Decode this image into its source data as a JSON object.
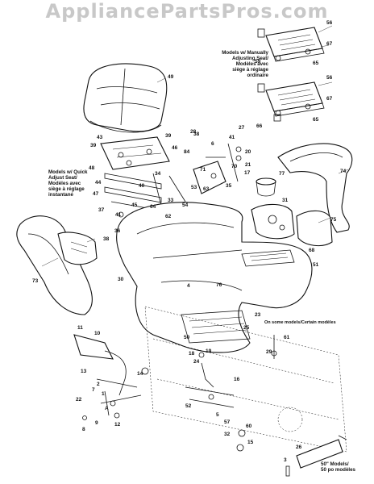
{
  "watermark": "AppliancePartsPros.com",
  "notes": {
    "manual_seat": "Models w/ Manually\nAdjusting Seat/\nModèles avec\nsiège à réglage\nordinaire",
    "quick_seat": "Models w/ Quick\nAdjust Seat/\nModèles avec\nsiège à réglage\ninstantané",
    "some_models": "On some models/Certain modèles",
    "fifty_models": "50\" Models/\n50 po modèles"
  },
  "callouts": [
    {
      "id": "c56a",
      "text": "56"
    },
    {
      "id": "c67a",
      "text": "67"
    },
    {
      "id": "c59",
      "text": "59"
    },
    {
      "id": "c65a",
      "text": "65"
    },
    {
      "id": "c56b",
      "text": "56"
    },
    {
      "id": "c67b",
      "text": "67"
    },
    {
      "id": "c66",
      "text": "66"
    },
    {
      "id": "c65b",
      "text": "65"
    },
    {
      "id": "c49",
      "text": "49"
    },
    {
      "id": "c43",
      "text": "43"
    },
    {
      "id": "c39a",
      "text": "39"
    },
    {
      "id": "c39b",
      "text": "39"
    },
    {
      "id": "c46",
      "text": "46"
    },
    {
      "id": "c48",
      "text": "48"
    },
    {
      "id": "c44",
      "text": "44"
    },
    {
      "id": "c47",
      "text": "47"
    },
    {
      "id": "c40",
      "text": "40"
    },
    {
      "id": "c37",
      "text": "37"
    },
    {
      "id": "c41",
      "text": "41"
    },
    {
      "id": "c36",
      "text": "36"
    },
    {
      "id": "c45",
      "text": "45"
    },
    {
      "id": "c64",
      "text": "64"
    },
    {
      "id": "c34",
      "text": "34"
    },
    {
      "id": "c33",
      "text": "33"
    },
    {
      "id": "c53",
      "text": "53"
    },
    {
      "id": "c63",
      "text": "63"
    },
    {
      "id": "c62",
      "text": "62"
    },
    {
      "id": "c54",
      "text": "54"
    },
    {
      "id": "c38a",
      "text": "38"
    },
    {
      "id": "c84",
      "text": "84"
    },
    {
      "id": "c6",
      "text": "6"
    },
    {
      "id": "c71",
      "text": "71"
    },
    {
      "id": "c35",
      "text": "35"
    },
    {
      "id": "c70",
      "text": "70"
    },
    {
      "id": "c17",
      "text": "17"
    },
    {
      "id": "c41b",
      "text": "41"
    },
    {
      "id": "c20",
      "text": "20"
    },
    {
      "id": "c21",
      "text": "21"
    },
    {
      "id": "c27",
      "text": "27"
    },
    {
      "id": "c77",
      "text": "77"
    },
    {
      "id": "c74",
      "text": "74"
    },
    {
      "id": "c31",
      "text": "31"
    },
    {
      "id": "c75",
      "text": "75"
    },
    {
      "id": "c68",
      "text": "68"
    },
    {
      "id": "c51",
      "text": "51"
    },
    {
      "id": "c38b",
      "text": "38"
    },
    {
      "id": "c73",
      "text": "73"
    },
    {
      "id": "c30",
      "text": "30"
    },
    {
      "id": "c4",
      "text": "4"
    },
    {
      "id": "c76",
      "text": "76"
    },
    {
      "id": "c23",
      "text": "23"
    },
    {
      "id": "c11",
      "text": "11"
    },
    {
      "id": "c10",
      "text": "10"
    },
    {
      "id": "c25",
      "text": "25"
    },
    {
      "id": "c50",
      "text": "50"
    },
    {
      "id": "c61",
      "text": "61"
    },
    {
      "id": "c29",
      "text": "29"
    },
    {
      "id": "c19",
      "text": "19"
    },
    {
      "id": "c18",
      "text": "18"
    },
    {
      "id": "c24",
      "text": "24"
    },
    {
      "id": "c13",
      "text": "13"
    },
    {
      "id": "c14",
      "text": "14"
    },
    {
      "id": "c7",
      "text": "7"
    },
    {
      "id": "c2",
      "text": "2"
    },
    {
      "id": "c1",
      "text": "1"
    },
    {
      "id": "c22",
      "text": "22"
    },
    {
      "id": "c8",
      "text": "8"
    },
    {
      "id": "c12",
      "text": "12"
    },
    {
      "id": "c9",
      "text": "9"
    },
    {
      "id": "cA",
      "text": "A"
    },
    {
      "id": "c16",
      "text": "16"
    },
    {
      "id": "c52",
      "text": "52"
    },
    {
      "id": "c5",
      "text": "5"
    },
    {
      "id": "c32",
      "text": "32"
    },
    {
      "id": "c57",
      "text": "57"
    },
    {
      "id": "c60",
      "text": "60"
    },
    {
      "id": "c15",
      "text": "15"
    },
    {
      "id": "c3",
      "text": "3"
    },
    {
      "id": "c26",
      "text": "26"
    },
    {
      "id": "c28",
      "text": "28"
    }
  ]
}
